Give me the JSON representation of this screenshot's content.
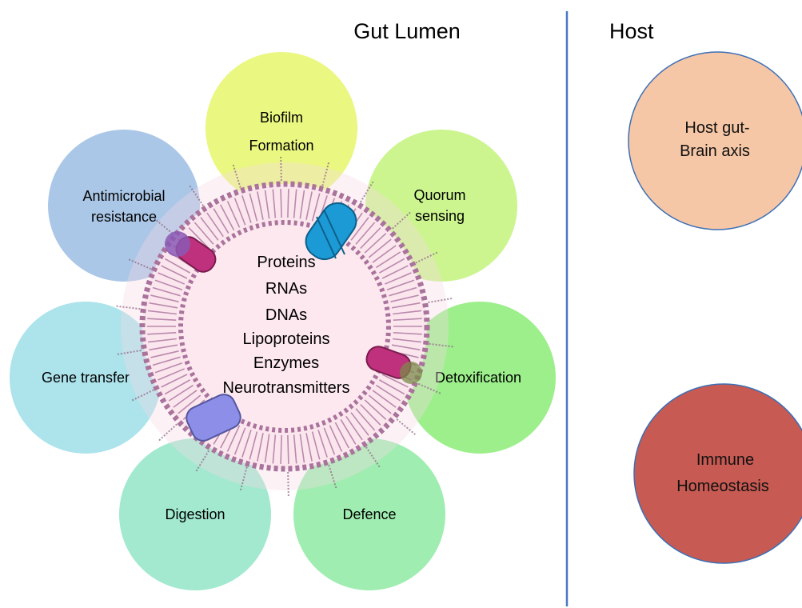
{
  "headers": {
    "gut_lumen": "Gut Lumen",
    "host": "Host"
  },
  "bubbles": {
    "biofilm": [
      "Biofilm",
      "Formation"
    ],
    "quorum": [
      "Quorum",
      "sensing"
    ],
    "detox": [
      "Detoxification"
    ],
    "defence": [
      "Defence"
    ],
    "digestion": [
      "Digestion"
    ],
    "gene": [
      "Gene transfer"
    ],
    "antimicrobial": [
      "Antimicrobial",
      "resistance"
    ]
  },
  "vesicle_cargo": [
    "Proteins",
    "RNAs",
    "DNAs",
    "Lipoproteins",
    "Enzymes",
    "Neurotransmitters"
  ],
  "host_effects": {
    "gut_brain": [
      "Host gut-",
      "Brain axis"
    ],
    "immune": [
      "Immune",
      "Homeostasis"
    ]
  },
  "colors": {
    "biofilm": "#e9f77a",
    "quorum": "#c9f48a",
    "detox": "#98ee86",
    "defence": "#9aecac",
    "digestion": "#9de8cc",
    "gene": "#a9e2ea",
    "antimicrobial": "#a7c4e6",
    "gut_brain": "#f6c7a6",
    "immune": "#c75a52",
    "divider": "#4a78c4",
    "membrane": "#a9739c"
  }
}
